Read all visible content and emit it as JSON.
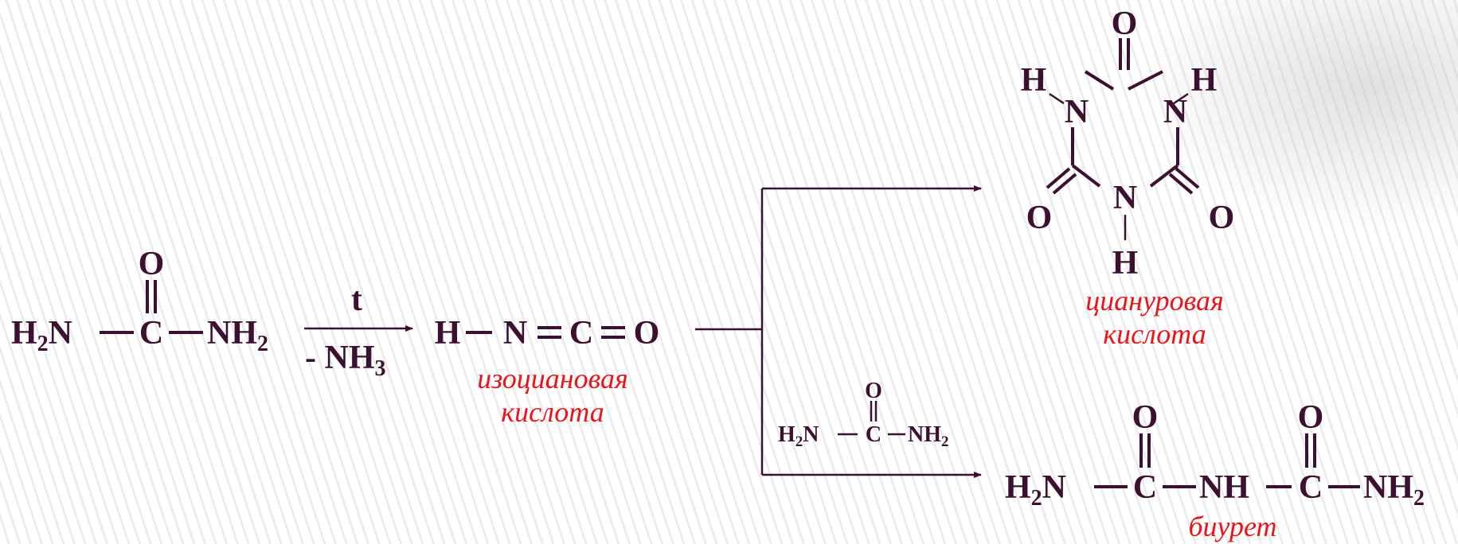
{
  "condition": {
    "top": "t",
    "bottom_prefix": "- NH",
    "bottom_sub": "3"
  },
  "atoms": {
    "H": "H",
    "N": "N",
    "C": "C",
    "O": "O",
    "sub2": "2",
    "NH": "NH"
  },
  "labels": {
    "isocyanic": [
      "изоциановая",
      "кислота"
    ],
    "cyanuric": [
      "циануровая",
      "кислота"
    ],
    "biuret": "биурет"
  },
  "colors": {
    "structure": "#3c1030",
    "label": "#e8151b"
  }
}
